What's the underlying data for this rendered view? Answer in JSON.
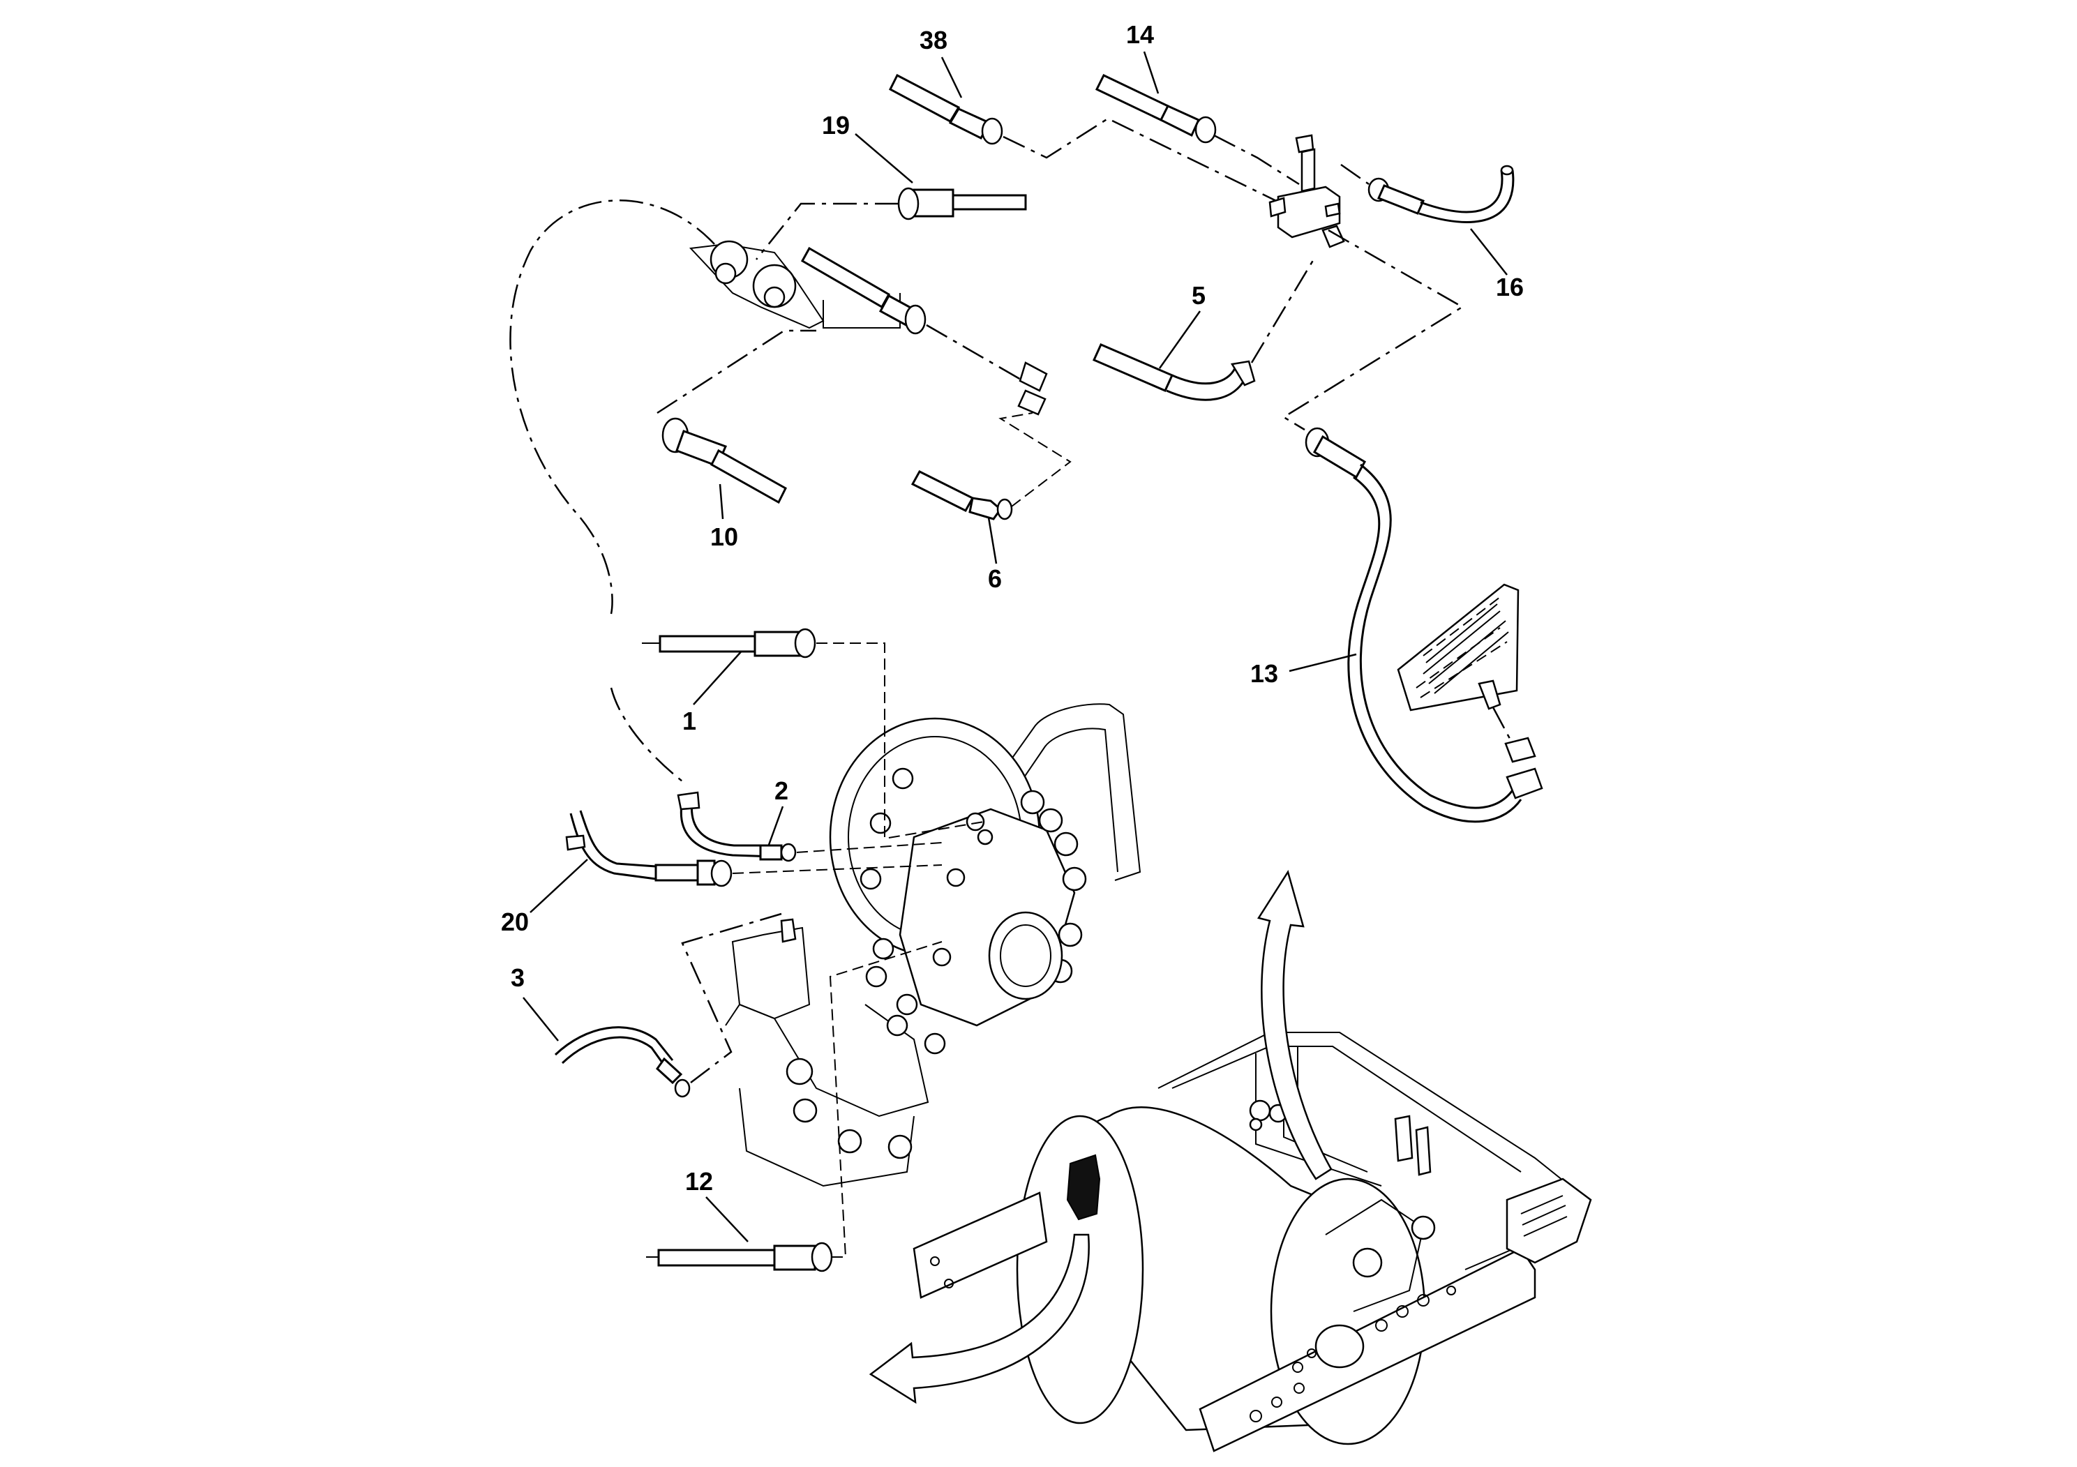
{
  "diagram": {
    "part_labels": [
      {
        "id": "p38",
        "text": "38"
      },
      {
        "id": "p14",
        "text": "14"
      },
      {
        "id": "p19",
        "text": "19"
      },
      {
        "id": "p16",
        "text": "16"
      },
      {
        "id": "p5",
        "text": "5"
      },
      {
        "id": "p10",
        "text": "10"
      },
      {
        "id": "p6",
        "text": "6"
      },
      {
        "id": "p13",
        "text": "13"
      },
      {
        "id": "p1",
        "text": "1"
      },
      {
        "id": "p2",
        "text": "2"
      },
      {
        "id": "p20",
        "text": "20"
      },
      {
        "id": "p3",
        "text": "3"
      },
      {
        "id": "p12",
        "text": "12"
      }
    ],
    "colors": {
      "line": "#000000",
      "background": "#ffffff",
      "accent_fill": "#111111"
    },
    "icons": [
      "hydraulic-hose-icon",
      "fitting-icon",
      "valve-block-icon",
      "drive-motor-icon",
      "drum-roller-icon",
      "curved-arrow-icon",
      "hand-marker-icon"
    ]
  }
}
